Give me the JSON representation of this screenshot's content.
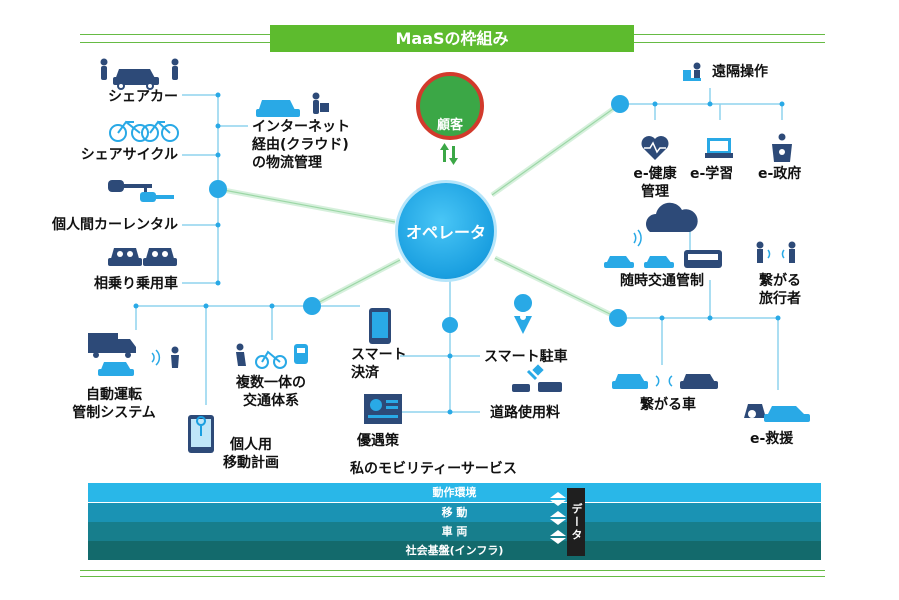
{
  "title": "MaaSの枠組み",
  "customer": {
    "label": "顧客"
  },
  "operator": {
    "label": "オペレータ"
  },
  "left_group": {
    "items": [
      "シェアカー",
      "シェアサイクル",
      "個人間カーレンタル",
      "相乗り乗用車"
    ],
    "cloud_logistics": "インターネット\n経由(クラウド)\nの物流管理"
  },
  "right_top_group": {
    "remote_op": "遠隔操作",
    "e_health": "e-健康\n管理",
    "e_learning": "e-学習",
    "e_gov": "e-政府"
  },
  "right_mid_group": {
    "traffic_control": "随時交通管制",
    "connected_traveler": "繋がる\n旅行者",
    "connected_car": "繋がる車",
    "e_rescue": "e-救援"
  },
  "bottom_left_group": {
    "autonomous": "自動運転\n管制システム",
    "multimodal": "複数一体の\n交通体系",
    "personal_plan": "個人用\n移動計画"
  },
  "center_bottom_group": {
    "smart_payment": "スマート\n決済",
    "smart_parking": "スマート駐車",
    "road_fee": "道路使用料",
    "incentive": "優遇策",
    "my_mobility": "私のモビリティーサービス"
  },
  "layers": [
    "動作環境",
    "移 動",
    "車 両",
    "社会基盤(インフラ)"
  ],
  "data_label": "データ",
  "colors": {
    "title_green": "#5dbb2e",
    "operator_blue": "#1a9fe0",
    "customer_green": "#3ba746",
    "customer_ring": "#d23a2c",
    "layer_colors": [
      "#29b7e8",
      "#1a93b4",
      "#177e8c",
      "#136a6c"
    ],
    "connector": "#8fd3ee",
    "icon_navy": "#2d4a78"
  }
}
